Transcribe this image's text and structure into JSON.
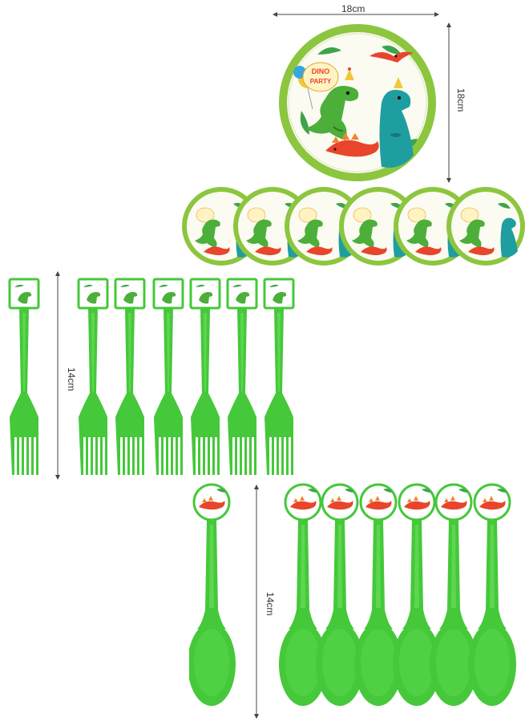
{
  "dimensions": {
    "plate_width": "18cm",
    "plate_height": "18cm",
    "fork_length": "14cm",
    "spoon_length": "14cm"
  },
  "plate": {
    "logo_line1": "DINO",
    "logo_line2": "PARTY"
  },
  "colors": {
    "cutlery_green": "#45c83a",
    "plate_rim_green": "#8cc63f",
    "dino_green": "#4caf3a",
    "dino_teal": "#1f9ea0",
    "dino_red": "#e8452c"
  },
  "counts": {
    "small_plates": 6,
    "forks": 7,
    "spoons": 7
  }
}
